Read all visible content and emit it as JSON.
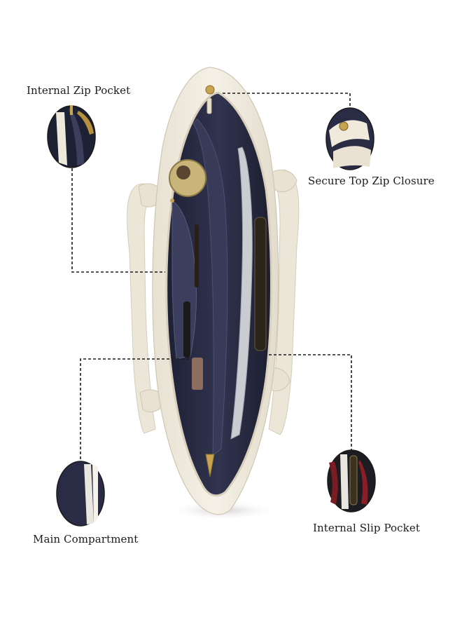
{
  "labels": {
    "internal_zip_pocket": "Internal Zip Pocket",
    "secure_top_zip": "Secure Top Zip Closure",
    "main_compartment": "Main Compartment",
    "internal_slip_pocket": "Internal Slip Pocket"
  },
  "colors": {
    "bag_cream": "#f1ece0",
    "lining_navy": "#2a2c45",
    "zipper_gold": "#c9a450",
    "dash_line": "#1a1a1a"
  }
}
